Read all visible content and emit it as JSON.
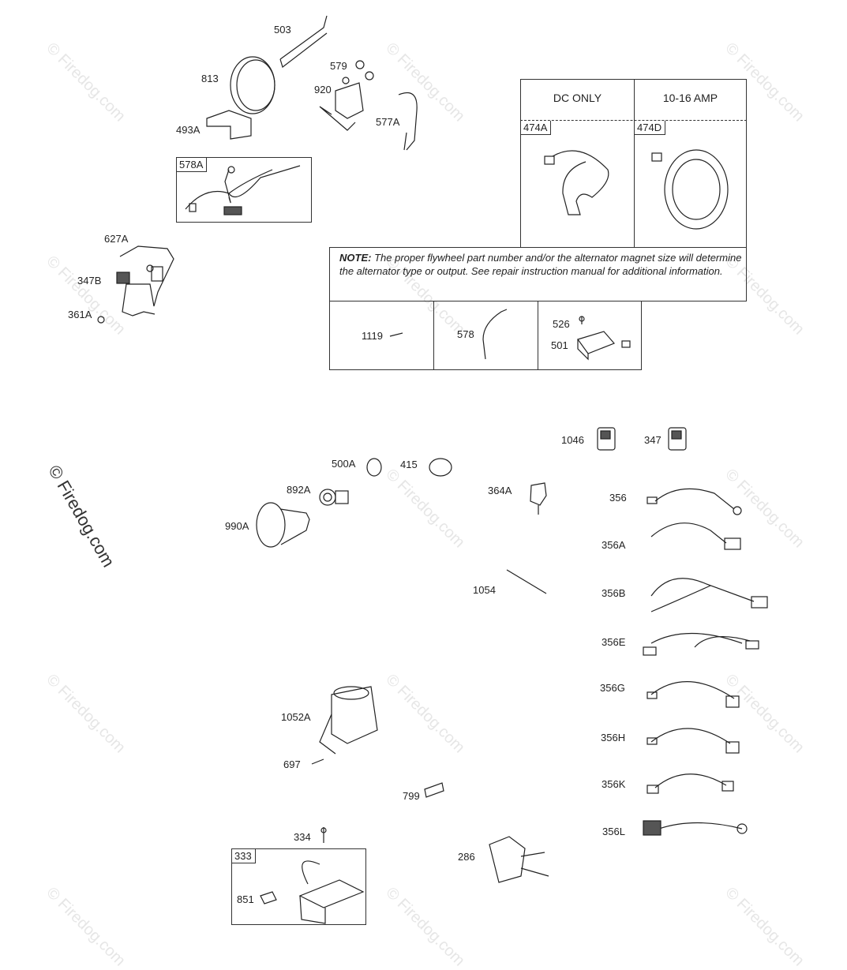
{
  "watermark": {
    "text": "© Firedog.com"
  },
  "parts_upper": [
    {
      "id": "503"
    },
    {
      "id": "813"
    },
    {
      "id": "579"
    },
    {
      "id": "920"
    },
    {
      "id": "493A"
    },
    {
      "id": "577A"
    },
    {
      "id": "578A"
    },
    {
      "id": "627A"
    },
    {
      "id": "347B"
    },
    {
      "id": "361A"
    }
  ],
  "alternator_table": {
    "col1_header": "DC ONLY",
    "col2_header": "10-16 AMP",
    "col1_part": "474A",
    "col2_part": "474D",
    "note_label": "NOTE:",
    "note_text": "The proper flywheel part number and/or the alternator magnet size will determine the alternator type or output. See repair instruction manual for additional information.",
    "row_parts": [
      "1119",
      "578",
      "526",
      "501"
    ]
  },
  "parts_lower": {
    "p1046": "1046",
    "p347": "347",
    "p500A": "500A",
    "p415": "415",
    "p892A": "892A",
    "p990A": "990A",
    "p364A": "364A",
    "p1054": "1054",
    "p1052A": "1052A",
    "p697": "697",
    "p799": "799",
    "p334": "334",
    "p333": "333",
    "p851": "851",
    "p286": "286"
  },
  "harnesses": [
    "356",
    "356A",
    "356B",
    "356E",
    "356G",
    "356H",
    "356K",
    "356L"
  ]
}
